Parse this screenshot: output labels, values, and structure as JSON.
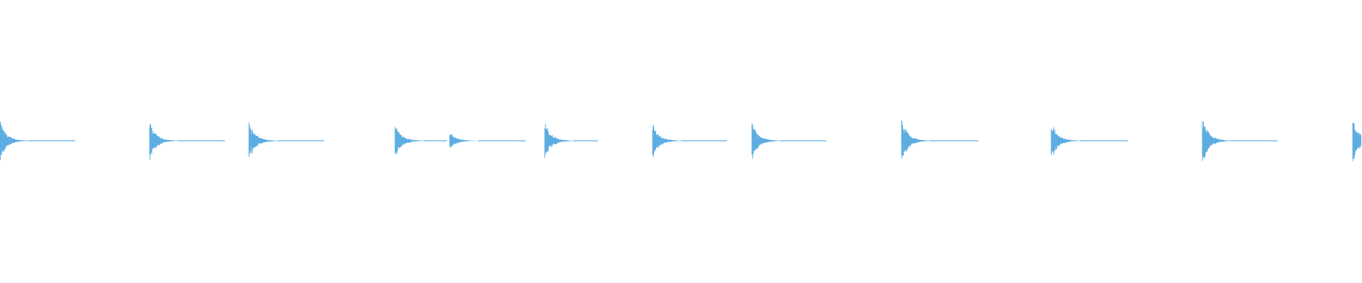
{
  "waveform": {
    "color": "#5dade2",
    "background": "#ffffff",
    "onset_fractions": [
      0.0,
      0.11,
      0.183,
      0.29,
      0.33,
      0.4,
      0.479,
      0.552,
      0.662,
      0.772,
      0.883,
      0.993
    ],
    "tail_end_fractions": [
      0.055,
      0.165,
      0.238,
      0.328,
      0.386,
      0.439,
      0.534,
      0.607,
      0.718,
      0.828,
      0.938,
      1.0
    ],
    "onset_amplitude_fraction": [
      0.32,
      0.3,
      0.3,
      0.28,
      0.14,
      0.3,
      0.28,
      0.3,
      0.36,
      0.3,
      0.36,
      0.36
    ]
  }
}
